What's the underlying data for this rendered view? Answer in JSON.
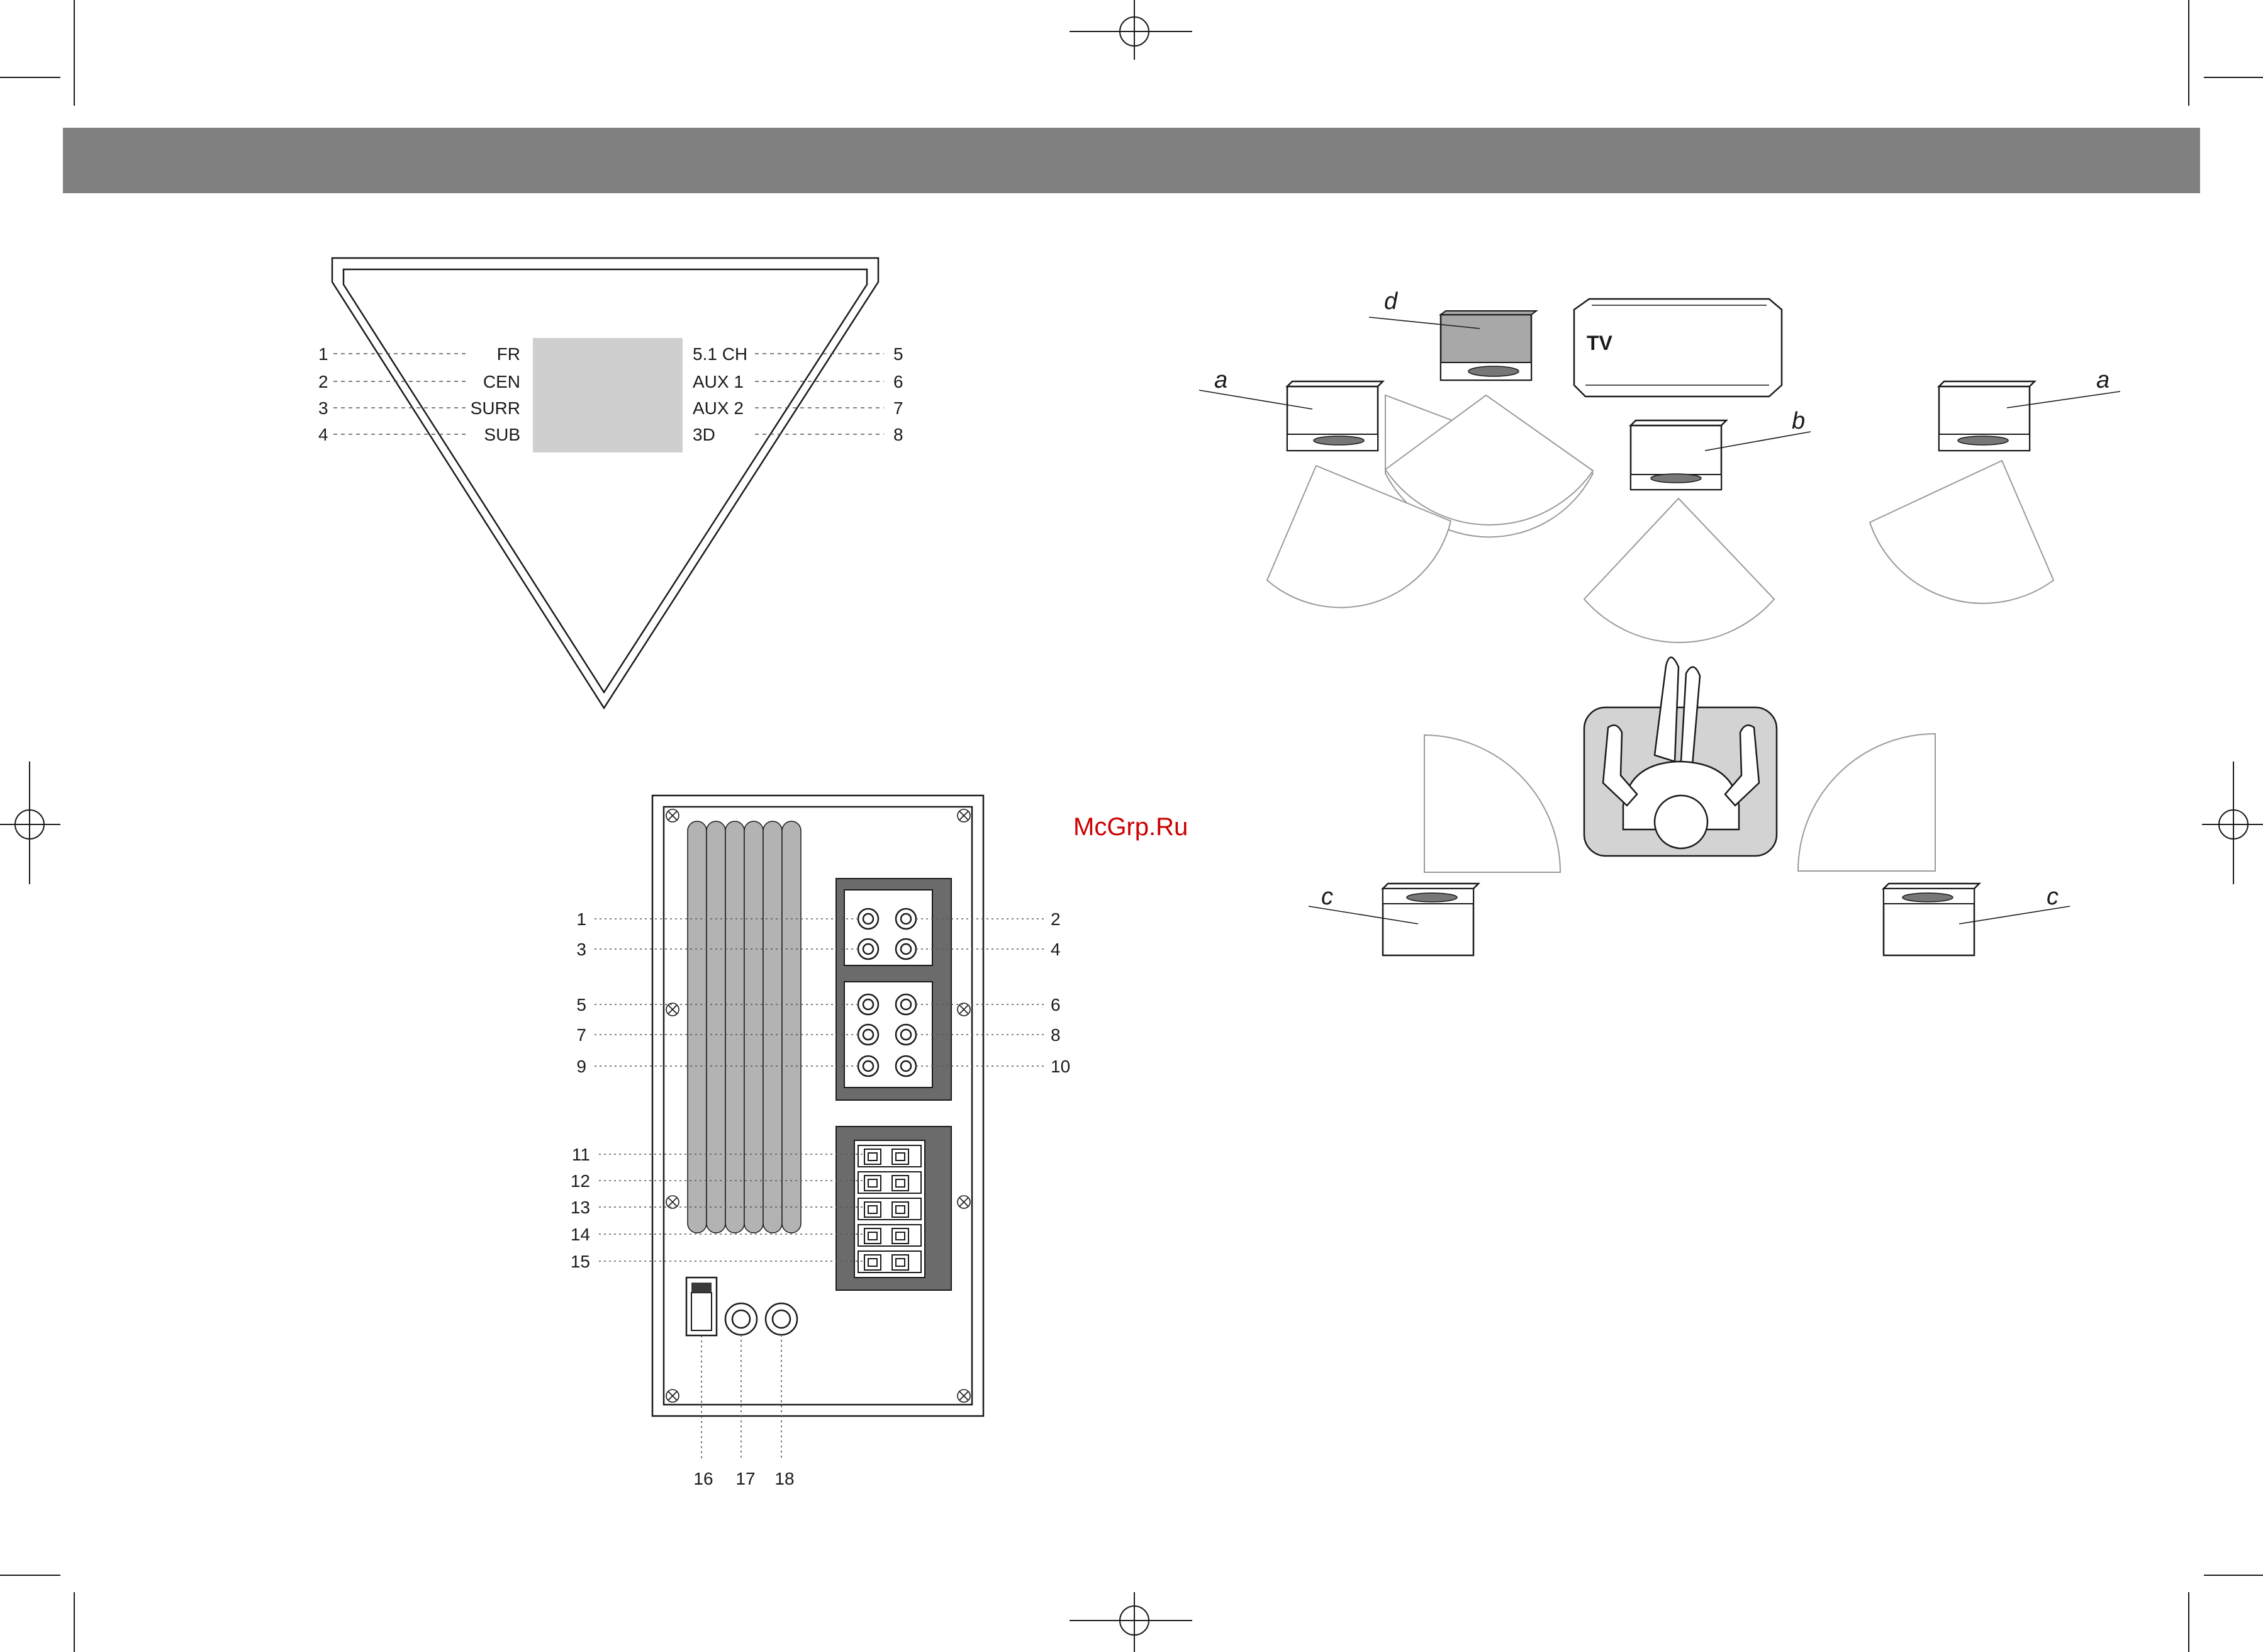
{
  "colors": {
    "header_bar": "#808080",
    "display_window": "#cfcfcf",
    "jack_panel": "#6b6b6b",
    "seat": "#d3d3d3",
    "subwoofer": "#a8a8a8",
    "watermark": "#cc0000"
  },
  "watermark": "McGrp.Ru",
  "front_panel": {
    "left": [
      {
        "num": "1",
        "name": "FR"
      },
      {
        "num": "2",
        "name": "CEN"
      },
      {
        "num": "3",
        "name": "SURR"
      },
      {
        "num": "4",
        "name": "SUB"
      }
    ],
    "right": [
      {
        "num": "5",
        "name": "5.1 CH"
      },
      {
        "num": "6",
        "name": "AUX 1"
      },
      {
        "num": "7",
        "name": "AUX 2"
      },
      {
        "num": "8",
        "name": "3D"
      }
    ]
  },
  "rear_panel": {
    "left_callouts": [
      "1",
      "3",
      "5",
      "7",
      "9",
      "11",
      "12",
      "13",
      "14",
      "15"
    ],
    "right_callouts": [
      "2",
      "4",
      "6",
      "8",
      "10"
    ],
    "bottom_callouts": [
      "16",
      "17",
      "18"
    ]
  },
  "placement": {
    "tv": "TV",
    "speaker_labels": {
      "front_left": "a",
      "front_right": "a",
      "center": "b",
      "rear_left": "c",
      "rear_right": "c",
      "subwoofer": "d"
    }
  }
}
